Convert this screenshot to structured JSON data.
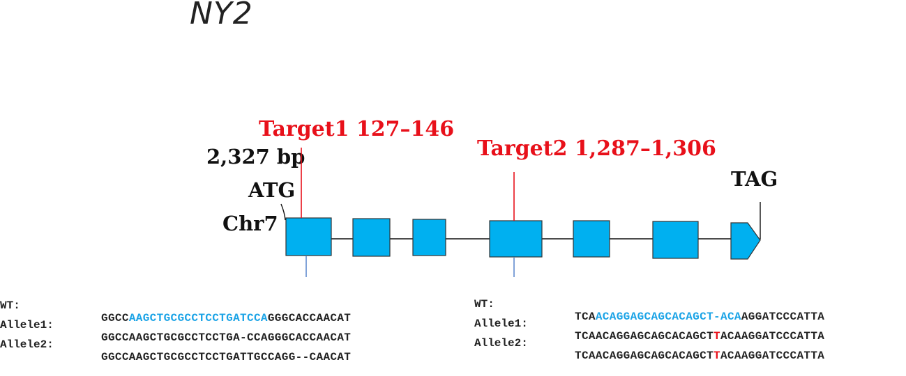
{
  "gene_name": "NY2",
  "labels": {
    "target1": "Target1 127–146",
    "target2": "Target2 1,287–1,306",
    "length": "2,327 bp",
    "start_codon": "ATG",
    "chromosome": "Chr7",
    "stop_codon": "TAG"
  },
  "colors": {
    "exon_fill": "#00b0f0",
    "target_line": "#e8101a",
    "intron_line": "#111111",
    "guide_highlight": "#1aa3e6",
    "mutation_highlight": "#e8101a"
  },
  "exons": [
    {
      "index": 1
    },
    {
      "index": 2
    },
    {
      "index": 3
    },
    {
      "index": 4
    },
    {
      "index": 5
    },
    {
      "index": 6
    },
    {
      "index": 7,
      "shape": "arrow"
    }
  ],
  "sequences": {
    "target1": [
      {
        "label": "WT:",
        "parts": [
          {
            "text": "GGCC"
          },
          {
            "text": "AAGCTGCGCCTCCTGATCCA",
            "style": "blue"
          },
          {
            "text": "GGGCACCAACAT"
          }
        ]
      },
      {
        "label": "Allele1:",
        "parts": [
          {
            "text": "GGCCAAGCTGCGCCTCCTGA-CCAGGGCACCAACAT"
          }
        ]
      },
      {
        "label": "Allele2:",
        "parts": [
          {
            "text": "GGCCAAGCTGCGCCTCCTGATTGCCAGG--CAACAT"
          }
        ]
      }
    ],
    "target2": [
      {
        "label": "WT:",
        "parts": [
          {
            "text": "TCA"
          },
          {
            "text": "ACAGGAGCAGCACAGCT-ACA",
            "style": "blue"
          },
          {
            "text": "AGGATCCCATTA"
          }
        ]
      },
      {
        "label": "Allele1:",
        "parts": [
          {
            "text": "TCAACAGGAGCAGCACAGCT"
          },
          {
            "text": "T",
            "style": "red"
          },
          {
            "text": "ACAAGGATCCCATTA"
          }
        ]
      },
      {
        "label": "Allele2:",
        "parts": [
          {
            "text": "TCAACAGGAGCAGCACAGCT"
          },
          {
            "text": "T",
            "style": "red"
          },
          {
            "text": "ACAAGGATCCCATTA"
          }
        ]
      }
    ]
  }
}
